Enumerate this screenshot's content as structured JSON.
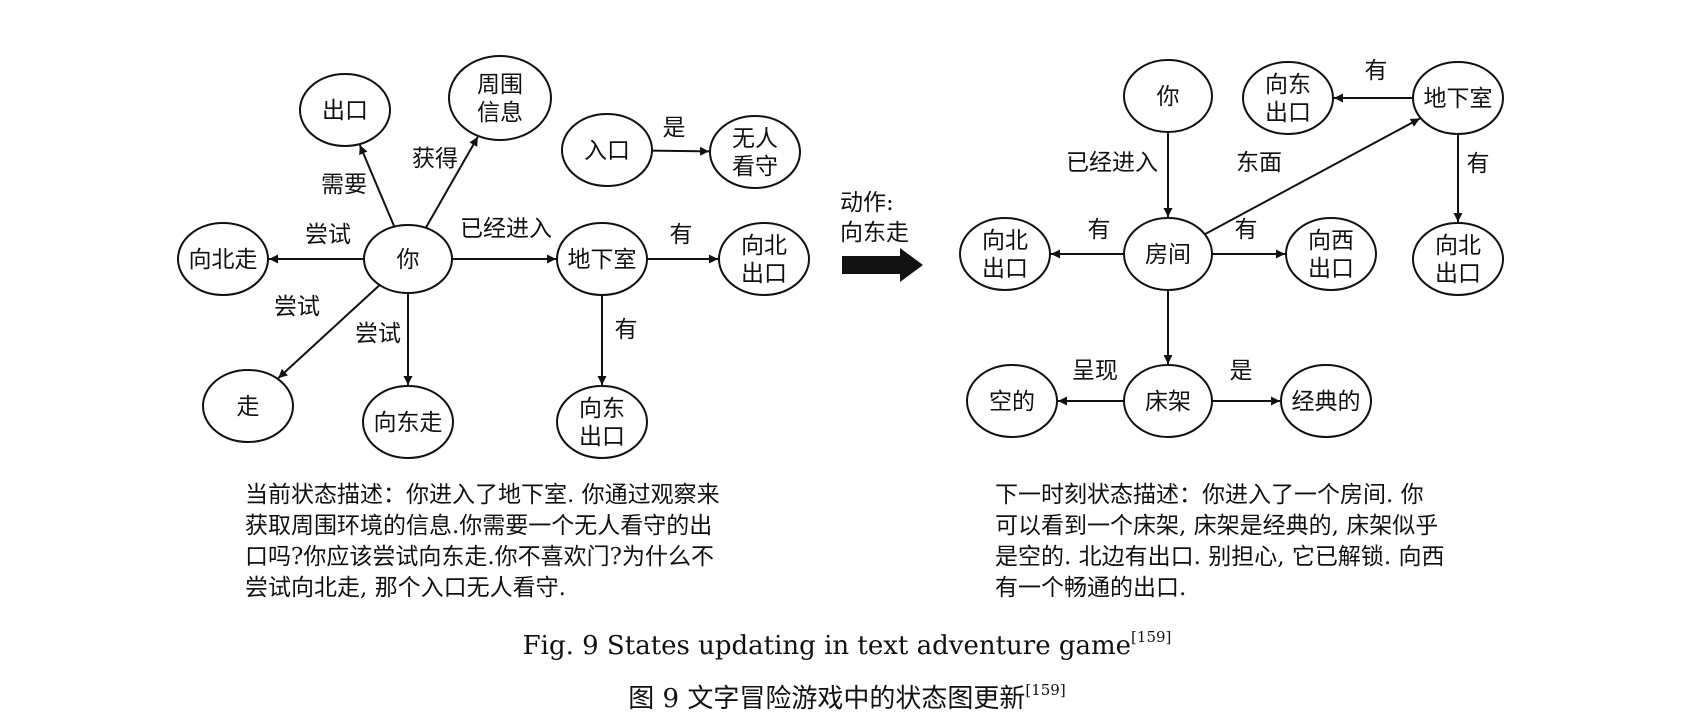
{
  "action_label": "动作:\n向东走",
  "left_graph": {
    "nodes": [
      {
        "id": "you",
        "label": "你"
      },
      {
        "id": "exit",
        "label": "出口"
      },
      {
        "id": "surround_info",
        "label": "周围\n信息"
      },
      {
        "id": "entrance",
        "label": "入口"
      },
      {
        "id": "unguarded",
        "label": "无人\n看守"
      },
      {
        "id": "go_north",
        "label": "向北走"
      },
      {
        "id": "basement",
        "label": "地下室"
      },
      {
        "id": "north_exit",
        "label": "向北\n出口"
      },
      {
        "id": "walk",
        "label": "走"
      },
      {
        "id": "go_east",
        "label": "向东走"
      },
      {
        "id": "east_exit",
        "label": "向东\n出口"
      }
    ],
    "edges": [
      {
        "from": "you",
        "to": "exit",
        "label": "需要"
      },
      {
        "from": "you",
        "to": "surround_info",
        "label": "获得"
      },
      {
        "from": "entrance",
        "to": "unguarded",
        "label": "是"
      },
      {
        "from": "you",
        "to": "go_north",
        "label": "尝试"
      },
      {
        "from": "you",
        "to": "basement",
        "label": "已经进入"
      },
      {
        "from": "basement",
        "to": "north_exit",
        "label": "有"
      },
      {
        "from": "you",
        "to": "walk",
        "label": "尝试"
      },
      {
        "from": "you",
        "to": "go_east",
        "label": "尝试"
      },
      {
        "from": "basement",
        "to": "east_exit",
        "label": "有"
      }
    ]
  },
  "right_graph": {
    "nodes": [
      {
        "id": "you",
        "label": "你"
      },
      {
        "id": "east_exit",
        "label": "向东\n出口"
      },
      {
        "id": "basement",
        "label": "地下室"
      },
      {
        "id": "north_exit_l",
        "label": "向北\n出口"
      },
      {
        "id": "room",
        "label": "房间"
      },
      {
        "id": "west_exit",
        "label": "向西\n出口"
      },
      {
        "id": "north_exit_r",
        "label": "向北\n出口"
      },
      {
        "id": "empty",
        "label": "空的"
      },
      {
        "id": "bed_frame",
        "label": "床架"
      },
      {
        "id": "classic",
        "label": "经典的"
      }
    ],
    "edges": [
      {
        "from": "you",
        "to": "room",
        "label": "已经进入"
      },
      {
        "from": "basement",
        "to": "east_exit",
        "label": "有"
      },
      {
        "from": "room",
        "to": "basement",
        "label": "东面"
      },
      {
        "from": "basement",
        "to": "north_exit_r",
        "label": "有"
      },
      {
        "from": "room",
        "to": "north_exit_l",
        "label": "有"
      },
      {
        "from": "room",
        "to": "west_exit",
        "label": "有"
      },
      {
        "from": "room",
        "to": "bed_frame",
        "label": ""
      },
      {
        "from": "bed_frame",
        "to": "empty",
        "label": "呈现"
      },
      {
        "from": "bed_frame",
        "to": "classic",
        "label": "是"
      }
    ]
  },
  "left_description": "当前状态描述：你进入了地下室. 你通过观察来\n获取周围环境的信息.你需要一个无人看守的出\n口吗?你应该尝试向东走.你不喜欢门?为什么不\n尝试向北走, 那个入口无人看守.",
  "right_description": "下一时刻状态描述：你进入了一个房间. 你\n可以看到一个床架, 床架是经典的, 床架似乎\n是空的. 北边有出口. 别担心, 它已解锁. 向西\n有一个畅通的出口.",
  "caption_en": {
    "text": "Fig. 9    States updating in text adventure game",
    "ref": "[159]"
  },
  "caption_zh": {
    "text": "图 9    文字冒险游戏中的状态图更新",
    "ref": "[159]"
  }
}
